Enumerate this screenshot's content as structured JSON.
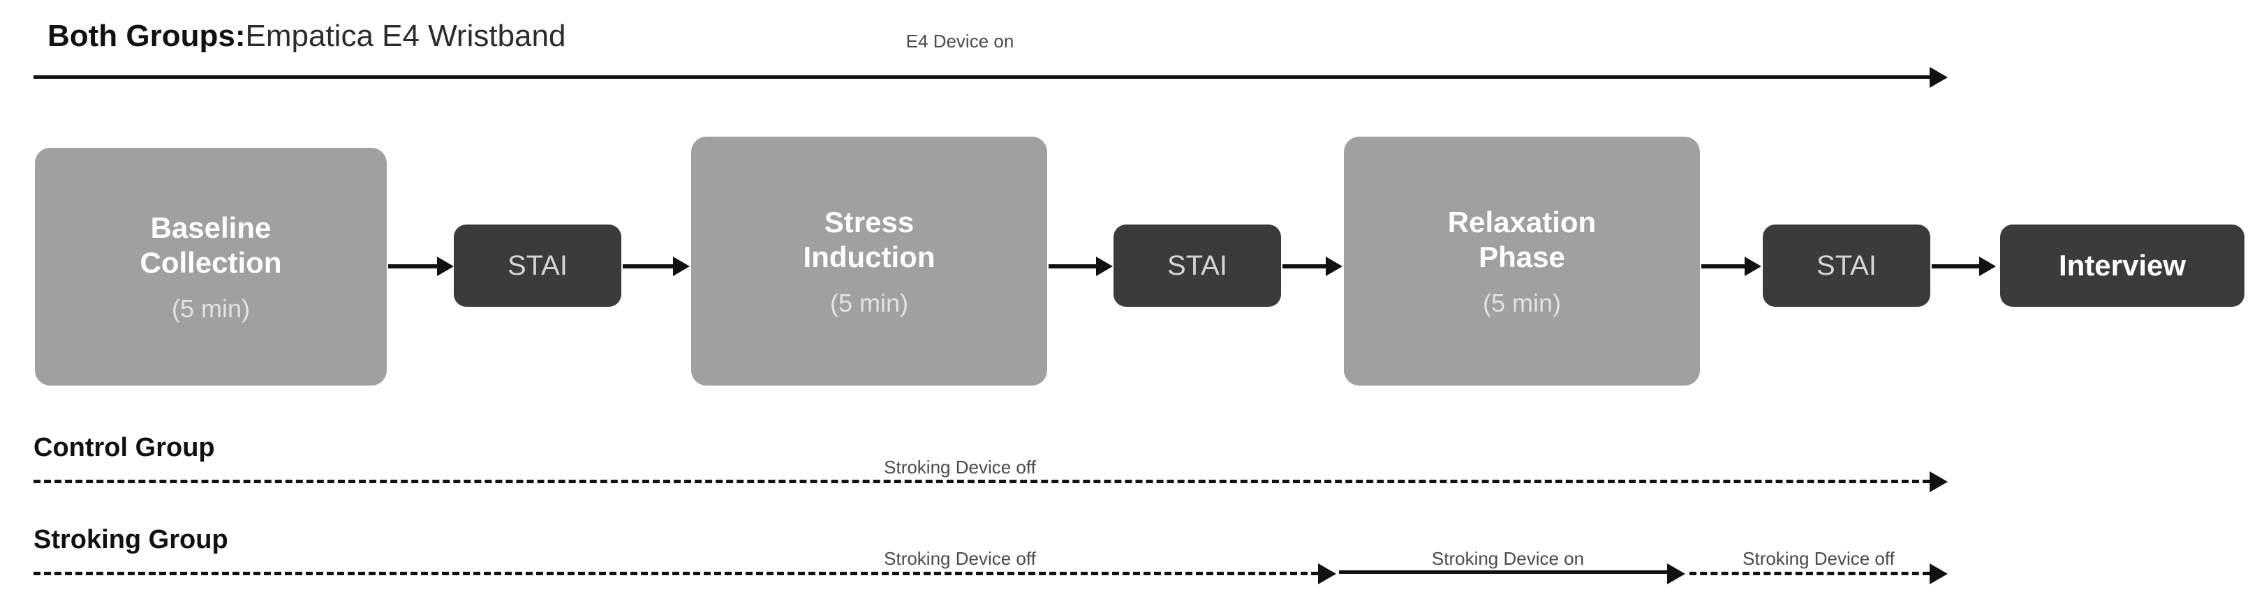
{
  "header": {
    "group_label_strong": "Both Groups:",
    "group_label_normal": "Empatica E4 Wristband",
    "device_annotation": "E4 Device on"
  },
  "phases": [
    {
      "title": "Baseline\nCollection",
      "duration": "(5 min)"
    },
    {
      "title": "Stress\nInduction",
      "duration": "(5 min)"
    },
    {
      "title": "Relaxation\nPhase",
      "duration": "(5 min)"
    }
  ],
  "assessments": [
    {
      "label": "STAI"
    },
    {
      "label": "STAI"
    },
    {
      "label": "STAI"
    }
  ],
  "interview": {
    "label": "Interview"
  },
  "control_group": {
    "label": "Control Group",
    "annotations": [
      {
        "text": "Stroking Device off"
      }
    ]
  },
  "stroking_group": {
    "label": "Stroking Group",
    "annotations": [
      {
        "text": "Stroking Device off"
      },
      {
        "text": "Stroking Device on"
      },
      {
        "text": "Stroking Device off"
      }
    ]
  },
  "colors": {
    "phase_box": "#a0a0a0",
    "dark_box": "#3b3b3b",
    "line": "#111111",
    "annotation_text": "#4a4a4a",
    "phase_title_text": "#ffffff",
    "phase_duration_text": "#e2e2e2",
    "background": "#ffffff"
  }
}
